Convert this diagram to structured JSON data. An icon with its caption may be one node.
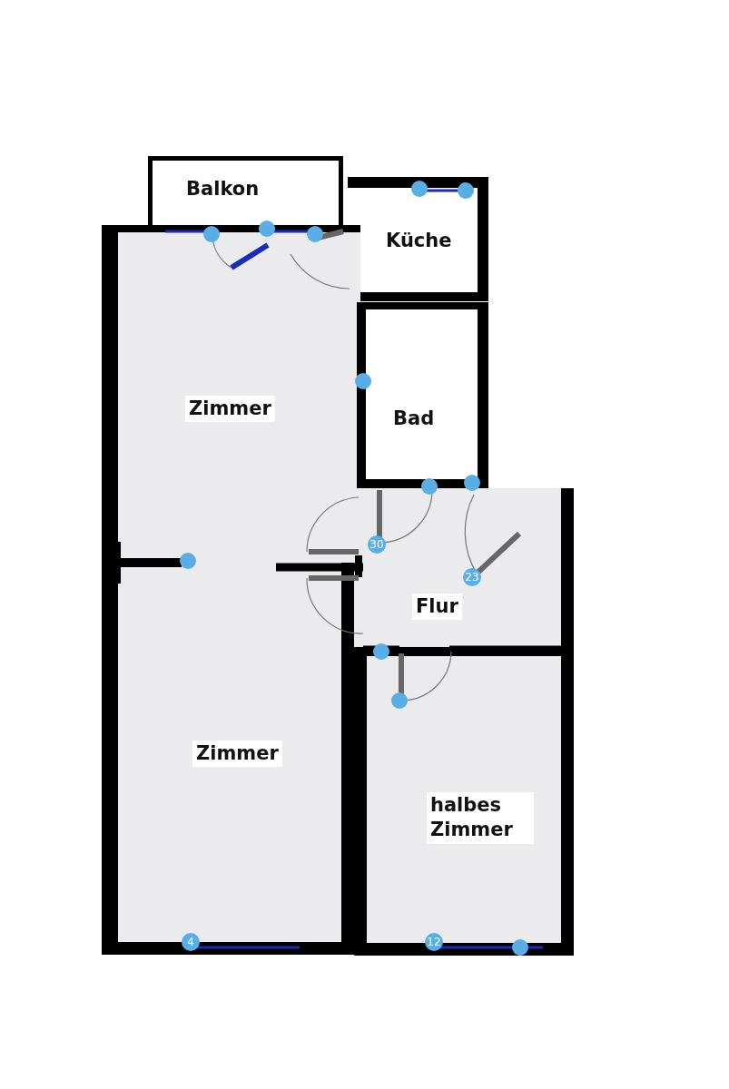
{
  "diagram": {
    "nodes": [
      {
        "text": [
          "Balkon"
        ]
      },
      {
        "text": [
          "Küche"
        ]
      },
      {
        "text": [
          "Zimmer"
        ]
      },
      {
        "text": [
          "Bad"
        ]
      },
      {
        "text": [
          "Zimmer"
        ]
      },
      {
        "text": [
          "Flur"
        ]
      },
      {
        "text": [
          "halbes Zimmer"
        ]
      }
    ],
    "edges": [],
    "labels": [
      "30",
      "23",
      "4",
      "12"
    ]
  }
}
